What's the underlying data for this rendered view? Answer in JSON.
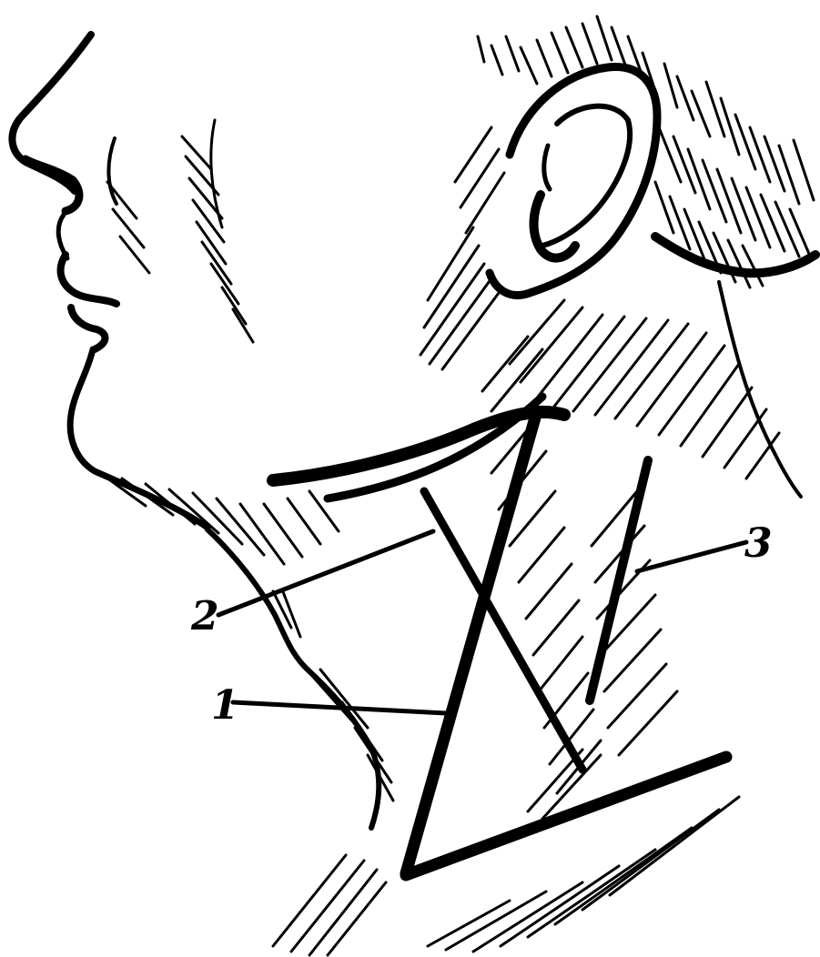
{
  "figure": {
    "labels": [
      {
        "id": "1",
        "text": "1"
      },
      {
        "id": "2",
        "text": "2"
      },
      {
        "id": "3",
        "text": "3"
      }
    ]
  }
}
